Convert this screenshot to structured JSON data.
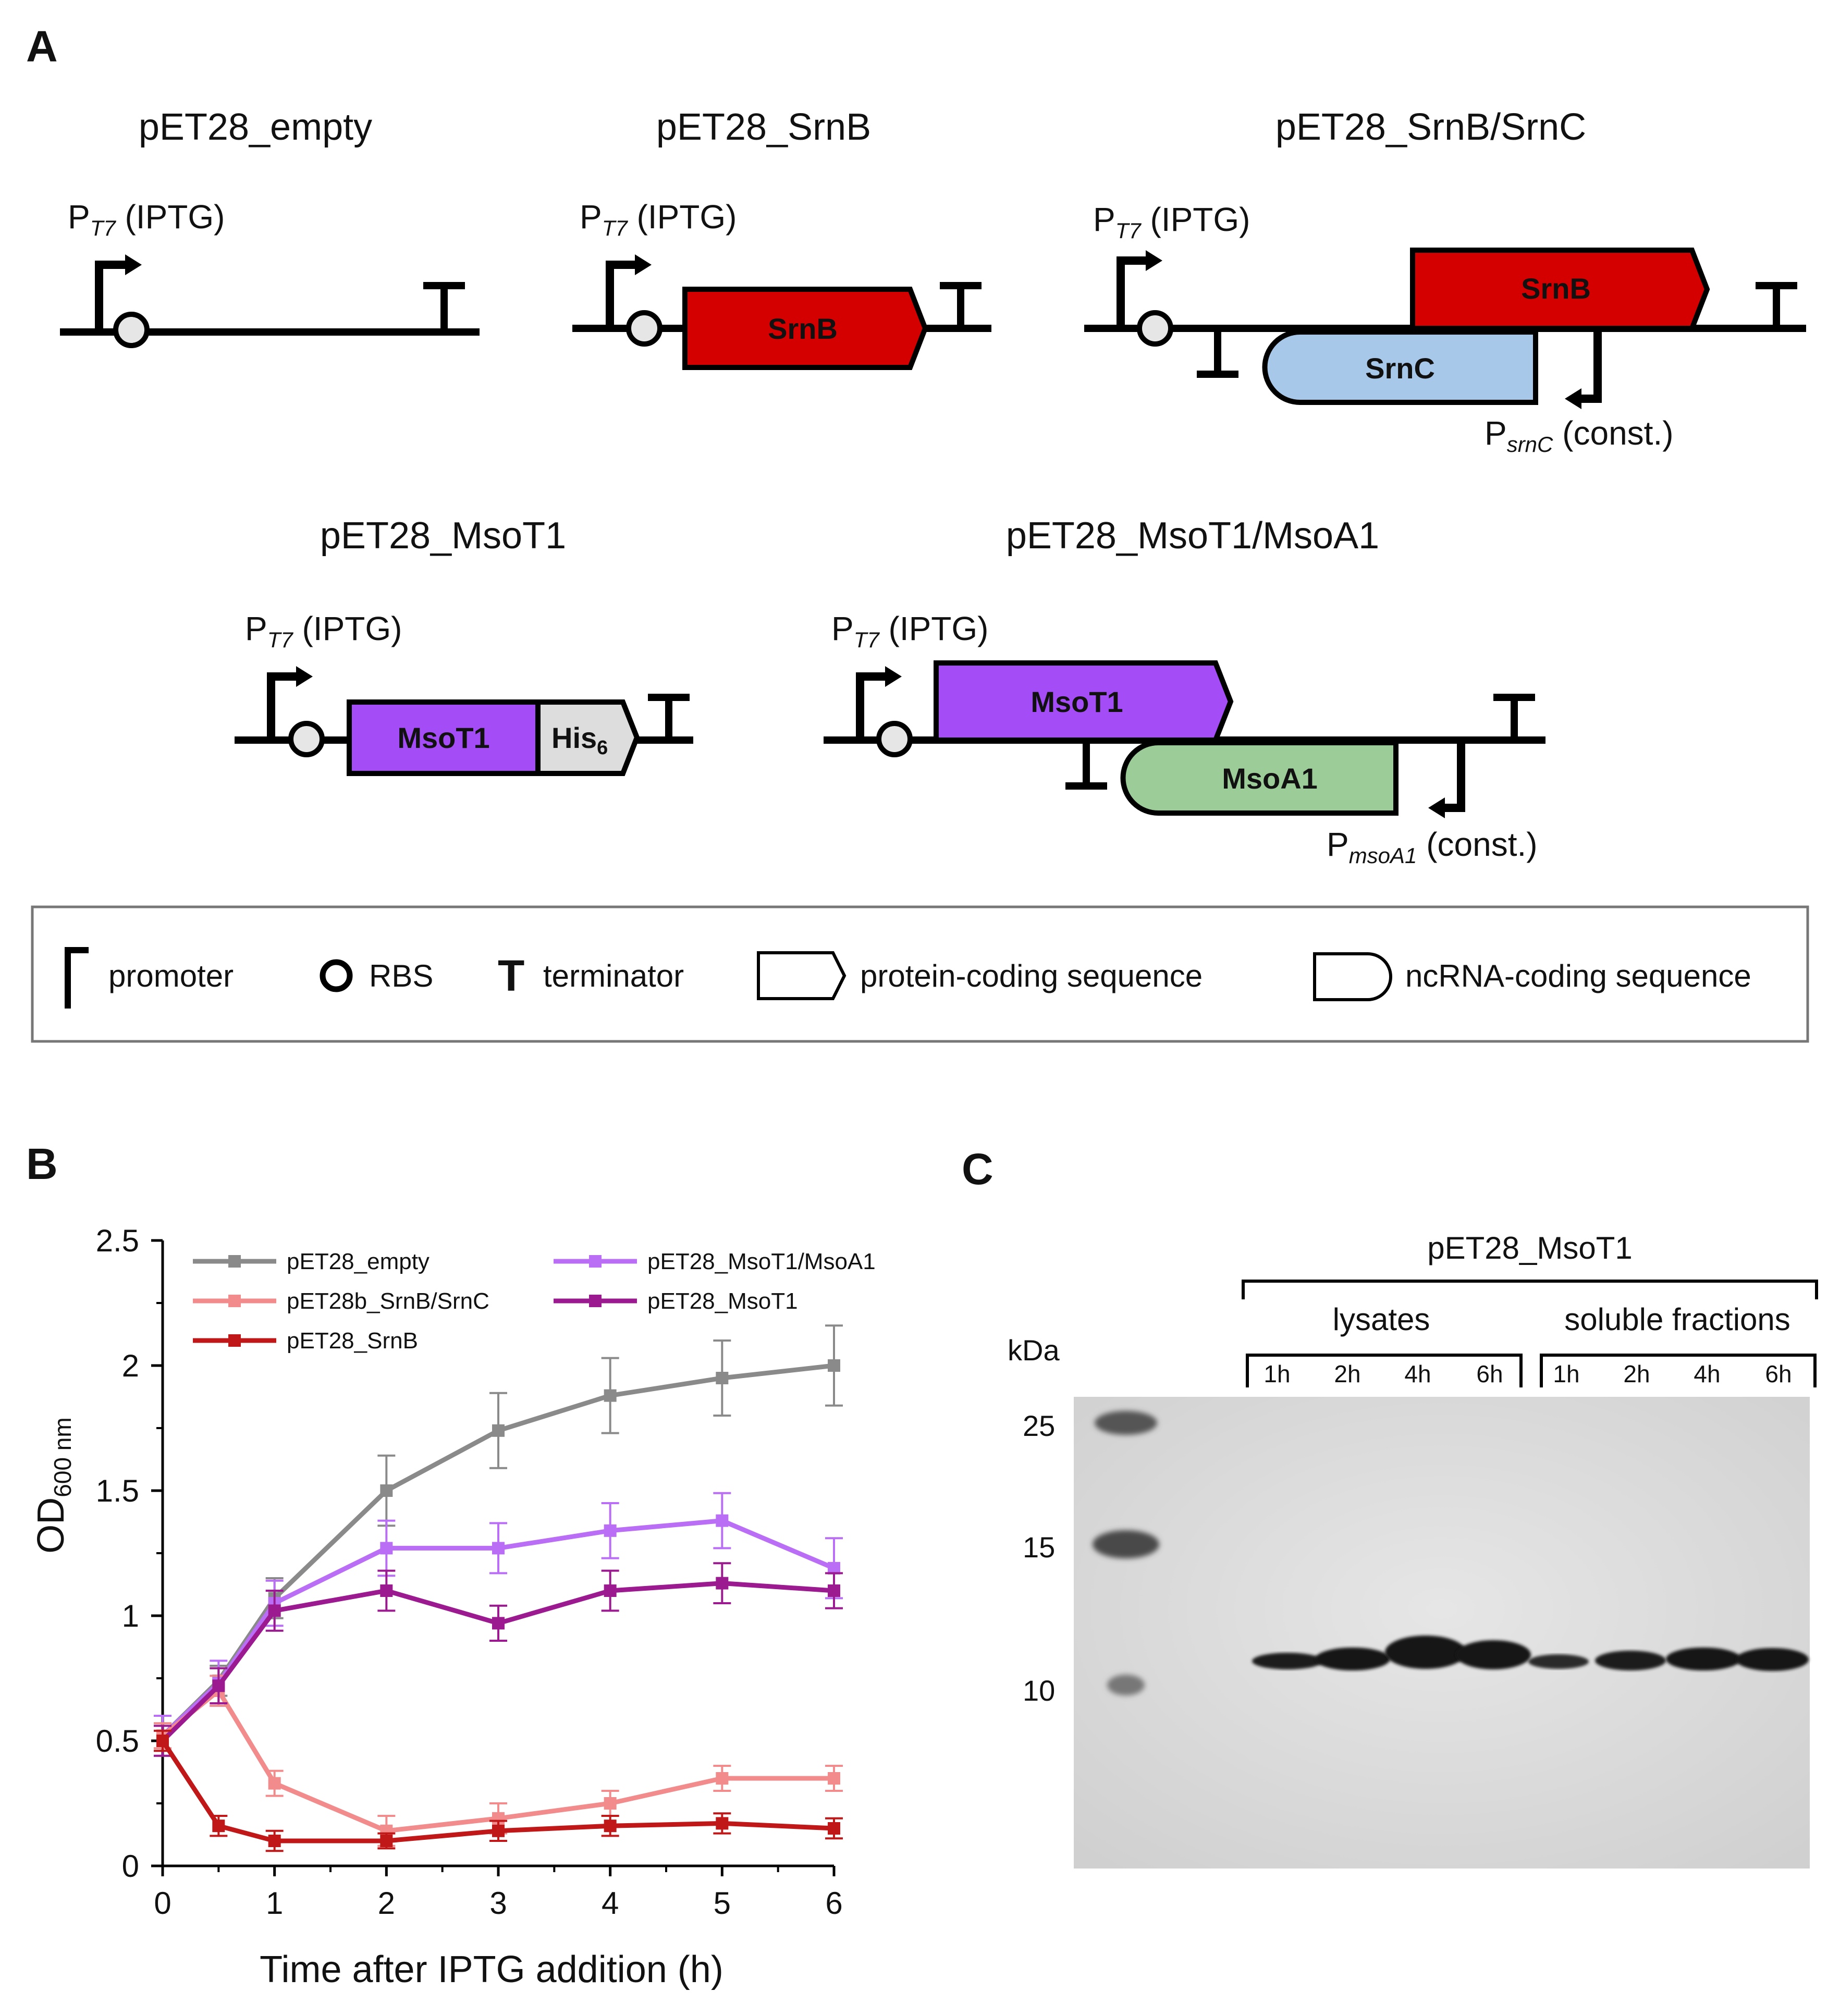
{
  "panel_labels": [
    "A",
    "B",
    "C"
  ],
  "colors": {
    "srnb": "#d40000",
    "srnc": "#a8c8ea",
    "msot1": "#a44cf5",
    "his": "#dddddd",
    "msoa1": "#9ccc98",
    "empty": "#8a8a8a",
    "srnbsrnc": "#f28b8b",
    "msot1msoa1": "#b96ef5",
    "msot1line": "#9b1a8f",
    "srnbline": "#c01818"
  },
  "constructs": {
    "empty": {
      "title": "pET28_empty",
      "promoter": "P",
      "promoter_sub": "T7",
      "promoter_suffix": " (IPTG)"
    },
    "srnb": {
      "title": "pET28_SrnB",
      "promoter": "P",
      "promoter_sub": "T7",
      "promoter_suffix": " (IPTG)",
      "gene": "SrnB"
    },
    "srnb_srnc": {
      "title": "pET28_SrnB/SrnC",
      "promoter": "P",
      "promoter_sub": "T7",
      "promoter_suffix": " (IPTG)",
      "gene1": "SrnB",
      "gene2": "SrnC",
      "promoter2": "P",
      "promoter2_sub": "srnC",
      "promoter2_suffix": " (const.)"
    },
    "msot1": {
      "title": "pET28_MsoT1",
      "promoter": "P",
      "promoter_sub": "T7",
      "promoter_suffix": " (IPTG)",
      "gene": "MsoT1",
      "tag": "His",
      "tag_sub": "6"
    },
    "msot1_msoa1": {
      "title": "pET28_MsoT1/MsoA1",
      "promoter": "P",
      "promoter_sub": "T7",
      "promoter_suffix": " (IPTG)",
      "gene1": "MsoT1",
      "gene2": "MsoA1",
      "promoter2": "P",
      "promoter2_sub": "msoA1",
      "promoter2_suffix": " (const.)"
    }
  },
  "legend": {
    "promoter": "promoter",
    "rbs": "RBS",
    "terminator_symbol": "T",
    "terminator": "terminator",
    "protein": "protein-coding sequence",
    "ncrna": "ncRNA-coding sequence"
  },
  "chart_data": {
    "type": "line",
    "xlabel": "Time after IPTG addition (h)",
    "ylabel": "OD",
    "ylabel_sub": "600 nm",
    "xlim": [
      0,
      6
    ],
    "ylim": [
      0,
      2.5
    ],
    "xticks": [
      0,
      1,
      2,
      3,
      4,
      5,
      6
    ],
    "yticks": [
      0,
      0.5,
      1,
      1.5,
      2,
      2.5
    ],
    "ytick_labels": [
      "0",
      "0.5",
      "1",
      "1.5",
      "2",
      "2.5"
    ],
    "x": [
      0,
      0.5,
      1,
      2,
      3,
      4,
      5,
      6
    ],
    "series": [
      {
        "name": "pET28_empty",
        "color": "#8a8a8a",
        "values": [
          0.52,
          0.74,
          1.07,
          1.5,
          1.74,
          1.88,
          1.95,
          2.0
        ],
        "errors": [
          0.05,
          0.06,
          0.08,
          0.14,
          0.15,
          0.15,
          0.15,
          0.16
        ]
      },
      {
        "name": "pET28_MsoT1/MsoA1",
        "color": "#b96ef5",
        "values": [
          0.52,
          0.73,
          1.05,
          1.27,
          1.27,
          1.34,
          1.38,
          1.19
        ],
        "errors": [
          0.08,
          0.09,
          0.09,
          0.11,
          0.1,
          0.11,
          0.11,
          0.12
        ]
      },
      {
        "name": "pET28b_SrnB/SrnC",
        "color": "#f28b8b",
        "values": [
          0.52,
          0.7,
          0.33,
          0.14,
          0.19,
          0.25,
          0.35,
          0.35
        ],
        "errors": [
          0.05,
          0.06,
          0.05,
          0.06,
          0.06,
          0.05,
          0.05,
          0.05
        ]
      },
      {
        "name": "pET28_MsoT1",
        "color": "#9b1a8f",
        "values": [
          0.5,
          0.72,
          1.02,
          1.1,
          0.97,
          1.1,
          1.13,
          1.1
        ],
        "errors": [
          0.06,
          0.07,
          0.08,
          0.08,
          0.07,
          0.08,
          0.08,
          0.07
        ]
      },
      {
        "name": "pET28_SrnB",
        "color": "#c01818",
        "values": [
          0.5,
          0.16,
          0.1,
          0.1,
          0.14,
          0.16,
          0.17,
          0.15
        ],
        "errors": [
          0.04,
          0.04,
          0.04,
          0.03,
          0.04,
          0.04,
          0.04,
          0.04
        ]
      }
    ],
    "legend_order": [
      "pET28_empty",
      "pET28b_SrnB/SrnC",
      "pET28_SrnB",
      "pET28_MsoT1/MsoA1",
      "pET28_MsoT1"
    ]
  },
  "blot": {
    "title": "pET28_MsoT1",
    "group1": "lysates",
    "group2": "soluble fractions",
    "lanes1": [
      "1h",
      "2h",
      "4h",
      "6h"
    ],
    "lanes2": [
      "1h",
      "2h",
      "4h",
      "6h"
    ],
    "kda_label": "kDa",
    "markers": [
      "25",
      "15",
      "10"
    ]
  }
}
